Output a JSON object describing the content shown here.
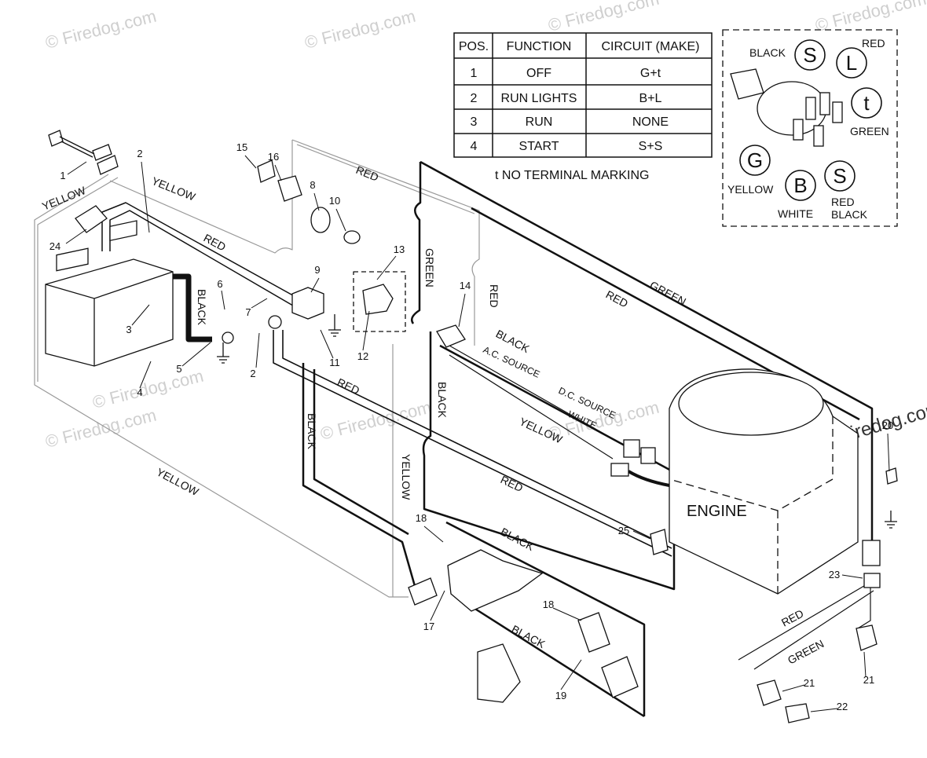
{
  "table": {
    "headers": [
      "POS.",
      "FUNCTION",
      "CIRCUIT  (MAKE)"
    ],
    "rows": [
      [
        "1",
        "OFF",
        "G+t"
      ],
      [
        "2",
        "RUN LIGHTS",
        "B+L"
      ],
      [
        "3",
        "RUN",
        "NONE"
      ],
      [
        "4",
        "START",
        "S+S"
      ]
    ],
    "footnote": "t  NO TERMINAL MARKING"
  },
  "switch_detail": {
    "terminals": [
      "S",
      "L",
      "t",
      "G",
      "B",
      "S"
    ],
    "labels": [
      "BLACK",
      "RED",
      "GREEN",
      "YELLOW",
      "WHITE",
      "RED",
      "BLACK"
    ]
  },
  "wire_labels": [
    "YELLOW",
    "YELLOW",
    "YELLOW",
    "YELLOW",
    "RED",
    "RED",
    "RED",
    "RED",
    "RED",
    "RED",
    "RED",
    "GREEN",
    "GREEN",
    "GREEN",
    "BLACK",
    "BLACK",
    "BLACK",
    "BLACK",
    "BLACK",
    "BLACK",
    "A.C. SOURCE",
    "D.C. SOURCE",
    "WHITE",
    "YELLOW"
  ],
  "engine_label": "ENGINE",
  "callouts": [
    "1",
    "2",
    "2",
    "3",
    "4",
    "5",
    "6",
    "7",
    "8",
    "9",
    "10",
    "11",
    "12",
    "13",
    "14",
    "15",
    "16",
    "17",
    "18",
    "18",
    "19",
    "20",
    "21",
    "21",
    "22",
    "23",
    "24",
    "25"
  ],
  "watermarks": [
    "© Firedog.com",
    "© Firedog.com",
    "© Firedog.com",
    "© Firedog.com",
    "© Firedog.com",
    "© Firedog.com",
    "© Firedog.com",
    "© Firedog.com",
    "© Firedog.com"
  ]
}
